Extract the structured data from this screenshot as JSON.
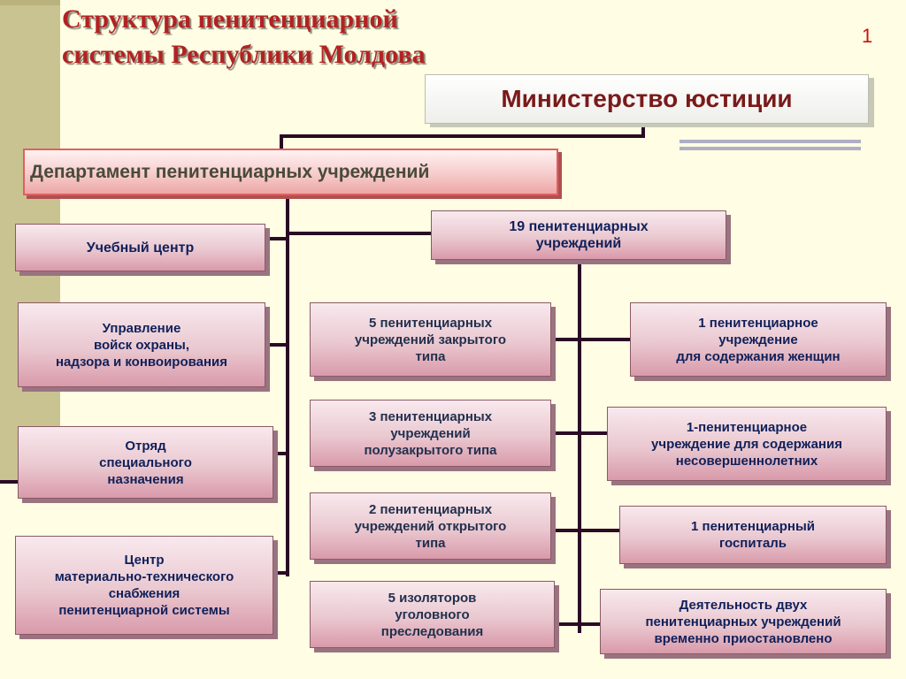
{
  "slide": {
    "title": "Структура пенитенциарной\nсистемы Республики Молдова",
    "page_number": "1"
  },
  "nodes": {
    "ministry": "Министерство юстиции",
    "department": "Департамент пенитенциарных учреждений",
    "training_center": "Учебный центр",
    "guard_directorate": "Управление\nвойск охраны,\nнадзора и конвоирования",
    "special_unit": "Отряд\nспециального\nназначения",
    "supply_center": "Центр\nматериально-технического\nснабжения\nпенитенциарной системы",
    "institutions_19": "19 пенитенциарных\nучреждений",
    "closed_type": "5 пенитенциарных\nучреждений закрытого\nтипа",
    "semi_closed_type": "3 пенитенциарных\nучреждений\nполузакрытого типа",
    "open_type": "2 пенитенциарных\nучреждений открытого\nтипа",
    "isolators": "5 изоляторов\nуголовного\nпреследования",
    "women": "1 пенитенциарное\nучреждение\nдля содержания женщин",
    "juveniles": "1-пенитенциарное\nучреждение для содержания\nнесовершеннолетних",
    "hospital": "1 пенитенциарный\nгоспиталь",
    "suspended": "Деятельность двух\nпенитенциарных учреждений\nвременно приостановлено"
  },
  "colors": {
    "title": "#b22222",
    "connector": "#2a0a24",
    "box_text": "#10205a",
    "ministry_text": "#7a1a1a"
  }
}
